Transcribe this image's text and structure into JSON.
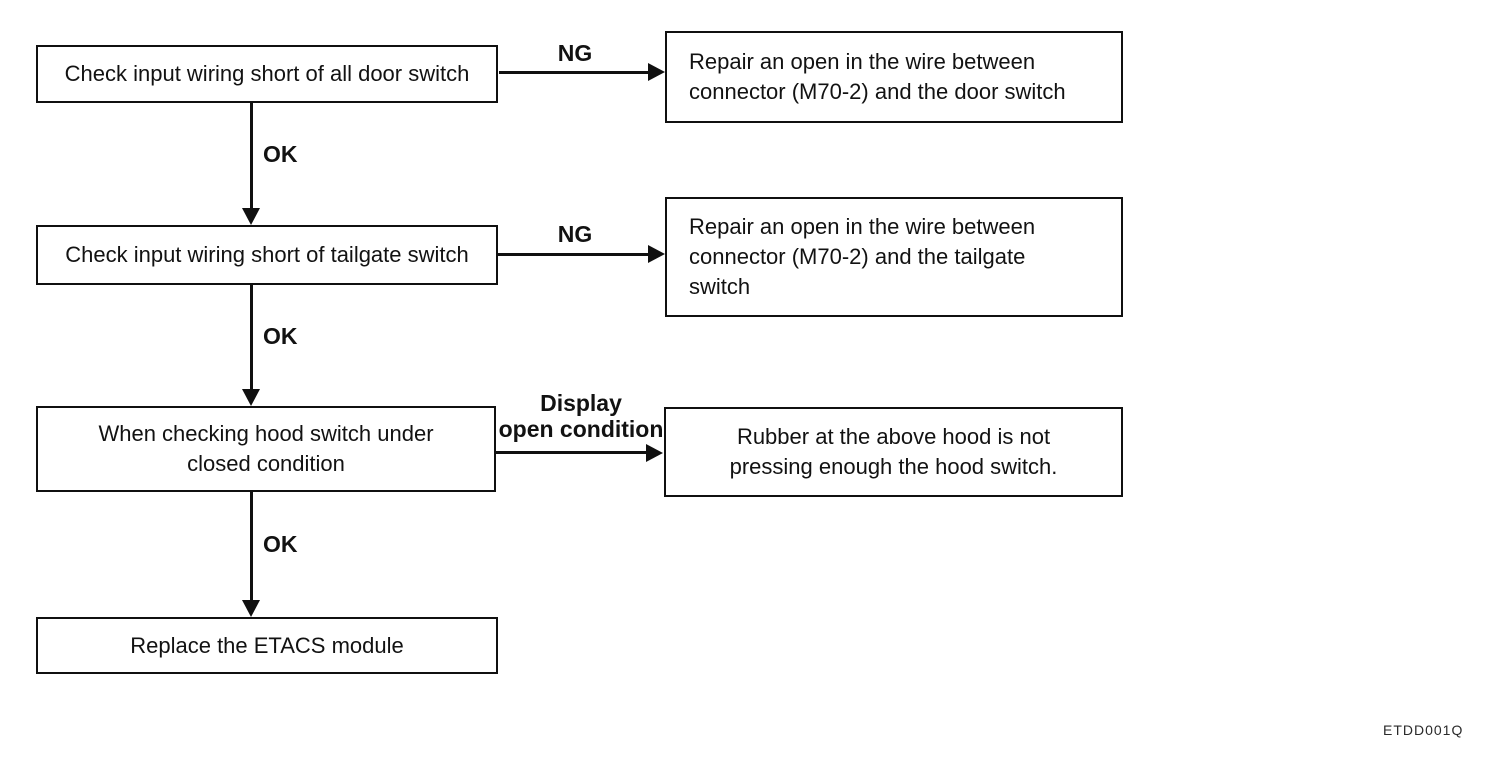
{
  "diagram": {
    "code": "ETDD001Q",
    "steps": [
      {
        "text": "Check input wiring short of all door switch"
      },
      {
        "text": "Check input wiring short of tailgate switch"
      },
      {
        "text": "When checking hood switch under\nclosed condition"
      },
      {
        "text": "Replace the ETACS module"
      }
    ],
    "results": [
      {
        "text": "Repair an open in the wire between\nconnector (M70-2) and the door switch"
      },
      {
        "text": "Repair an open in the wire between\nconnector (M70-2) and the tailgate\nswitch"
      },
      {
        "text": "Rubber at the above hood is not\npressing enough the hood switch."
      }
    ],
    "edge_labels": {
      "ng_door": "NG",
      "ng_tailgate": "NG",
      "ok_1": "OK",
      "ok_2": "OK",
      "ok_3": "OK",
      "display_open": "Display\nopen condition"
    }
  }
}
